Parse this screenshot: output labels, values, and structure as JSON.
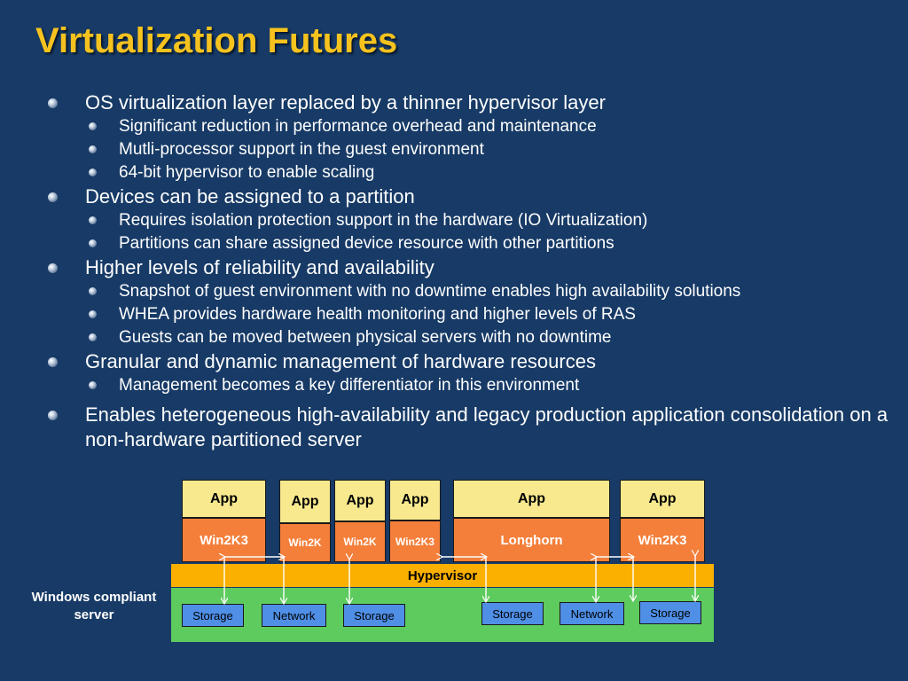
{
  "slide": {
    "title": "Virtualization Futures",
    "bullets": [
      {
        "text": "OS virtualization layer replaced by a thinner hypervisor layer",
        "sub": [
          "Significant reduction in performance overhead and maintenance",
          "Mutli-processor support in the guest environment",
          "64-bit hypervisor to enable scaling"
        ]
      },
      {
        "text": "Devices can be assigned to a partition",
        "sub": [
          "Requires isolation protection support in the hardware (IO Virtualization)",
          "Partitions can share assigned device resource with other partitions"
        ]
      },
      {
        "text": "Higher levels of reliability and availability",
        "sub": [
          "Snapshot of guest environment with no downtime enables high availability solutions",
          "WHEA provides hardware health monitoring and higher levels of RAS",
          "Guests can be moved between physical servers with no downtime"
        ]
      },
      {
        "text": "Granular and dynamic management of hardware resources",
        "sub": [
          "Management becomes a key differentiator in this environment"
        ]
      },
      {
        "text": "Enables heterogeneous high-availability and legacy production application consolidation on a non-hardware partitioned server",
        "sub": []
      }
    ]
  },
  "diagram": {
    "server_label": "Windows compliant server",
    "hypervisor": "Hypervisor",
    "partitions": [
      {
        "app": "App",
        "os": "Win2K3"
      },
      {
        "app": "App",
        "os": "Win2K"
      },
      {
        "app": "App",
        "os": "Win2K"
      },
      {
        "app": "App",
        "os": "Win2K3"
      },
      {
        "app": "App",
        "os": "Longhorn"
      },
      {
        "app": "App",
        "os": "Win2K3"
      }
    ],
    "devices": [
      "Storage",
      "Network",
      "Storage",
      "Storage",
      "Network",
      "Storage"
    ]
  },
  "colors": {
    "background": "#173a66",
    "title": "#f6c21e",
    "app": "#f8e98f",
    "os": "#f47f3a",
    "hypervisor": "#fbb000",
    "server": "#5ecb5f",
    "device": "#4f8fe6"
  }
}
